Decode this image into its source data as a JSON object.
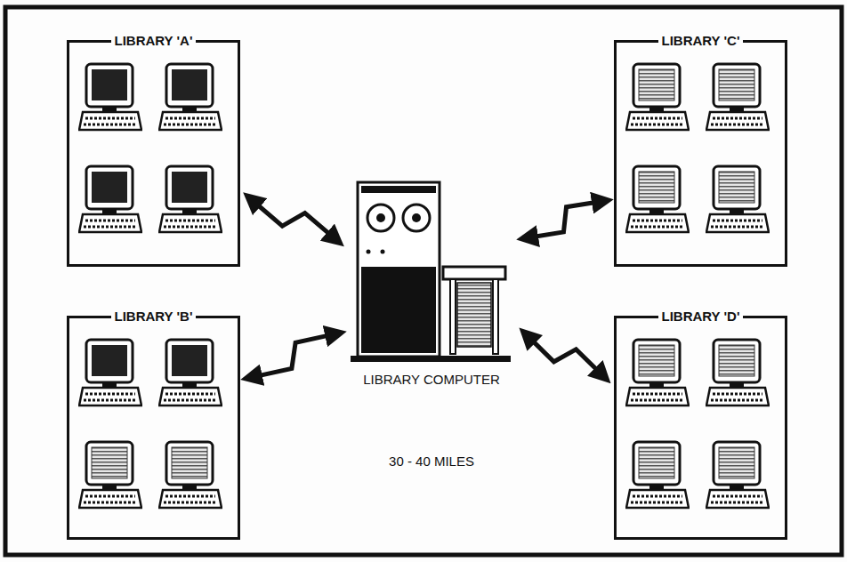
{
  "diagram": {
    "nodes": [
      {
        "text": [
          "LIBRARY 'A'"
        ]
      },
      {
        "text": [
          "LIBRARY 'C'"
        ]
      },
      {
        "text": [
          "LIBRARY COMPUTER"
        ]
      },
      {
        "text": [
          "LIBRARY 'B'"
        ]
      },
      {
        "text": [
          "LIBRARY 'D'"
        ]
      }
    ],
    "edges": [
      {
        "from": 0,
        "to": 2,
        "arrow": "both"
      },
      {
        "from": 1,
        "to": 2,
        "arrow": "both"
      },
      {
        "from": 3,
        "to": 2,
        "arrow": "both"
      },
      {
        "from": 4,
        "to": 2,
        "arrow": "both"
      }
    ],
    "labels": [
      "30 - 40 MILES"
    ]
  }
}
